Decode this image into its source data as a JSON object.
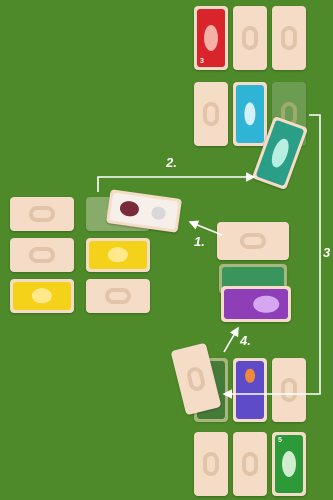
{
  "steps": {
    "step1": "1.",
    "step2": "2.",
    "step3": "3",
    "step4": "4."
  },
  "cards": {
    "top_red_number": "3",
    "bottom_green_number": "5"
  },
  "colors": {
    "table": "#4e8a2a",
    "card_back": "#f4dcc6",
    "red": "#d8242a",
    "cyan": "#2fb4d6",
    "teal": "#2a9e86",
    "yellow": "#f5d21a",
    "purple": "#8e3fb8",
    "green": "#2d9a3a",
    "arrow": "#ffffff"
  }
}
